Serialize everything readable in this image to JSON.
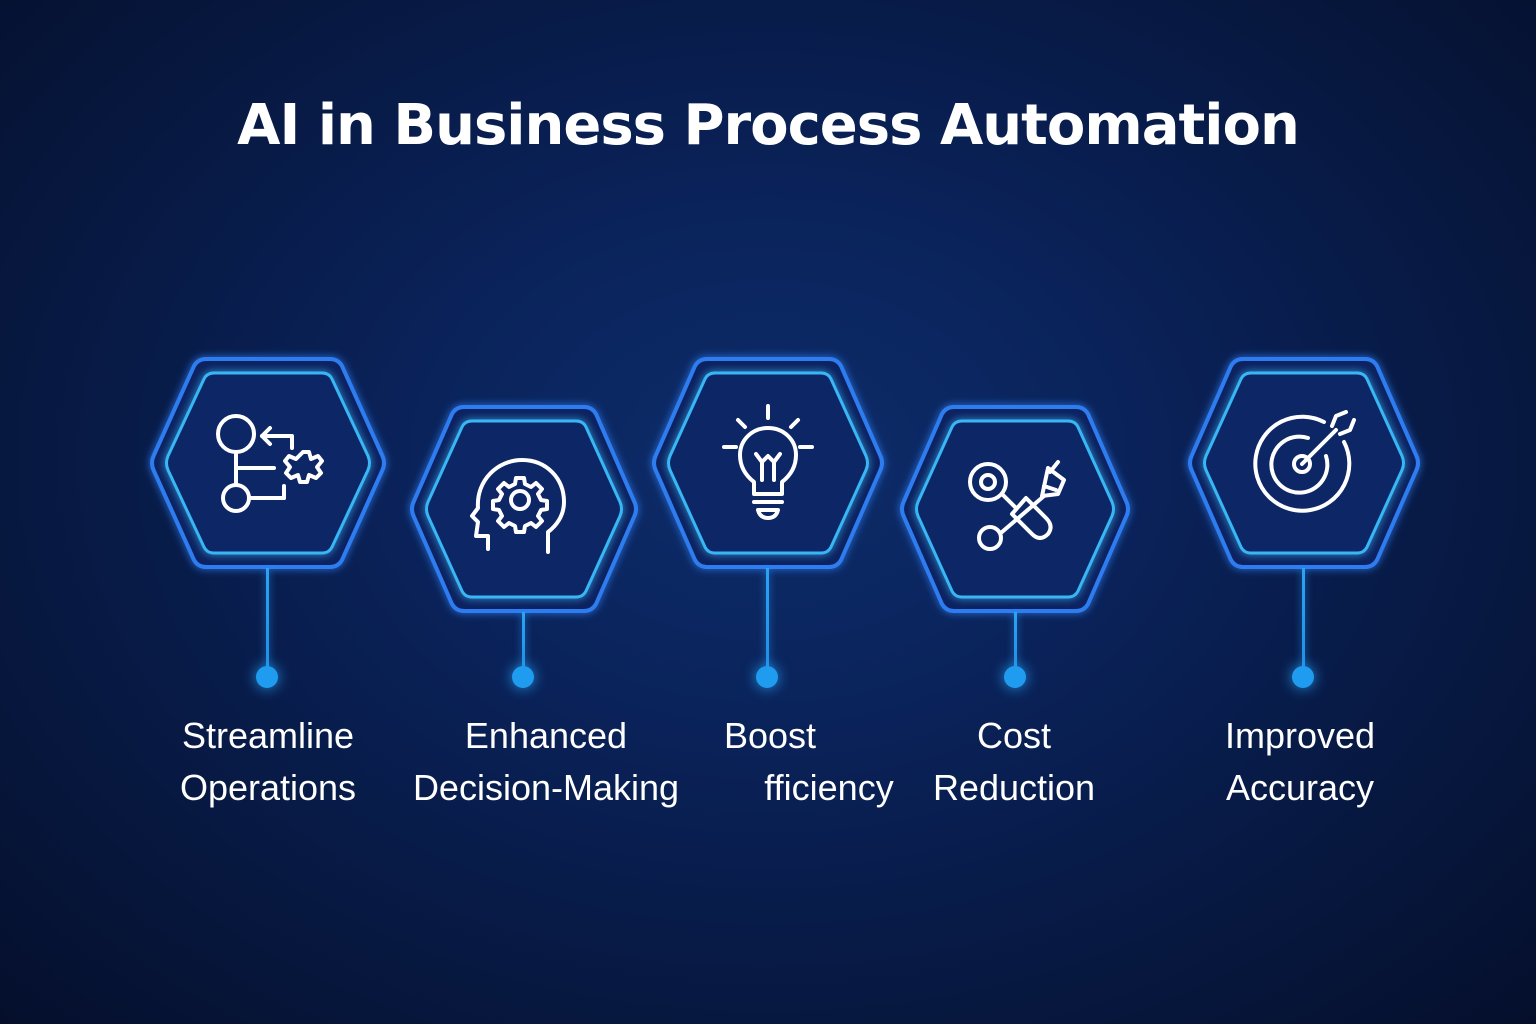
{
  "title": "AI in Business Process Automation",
  "colors": {
    "background": "#0a2259",
    "hex_outer": "#2f7df0",
    "hex_inner": "#37b6f5",
    "accent": "#1f9bf0",
    "text": "#ffffff"
  },
  "items": [
    {
      "icon": "workflow-icon",
      "line1": "Streamline",
      "line2": "Operations"
    },
    {
      "icon": "head-gear-icon",
      "line1": "Enhanced",
      "line2": "Decision-Making"
    },
    {
      "icon": "lightbulb-icon",
      "line1": "Boost",
      "line2": "fficiency"
    },
    {
      "icon": "tools-icon",
      "line1": "Cost",
      "line2": "Reduction"
    },
    {
      "icon": "target-icon",
      "line1": "Improved",
      "line2": "Accuracy"
    }
  ]
}
